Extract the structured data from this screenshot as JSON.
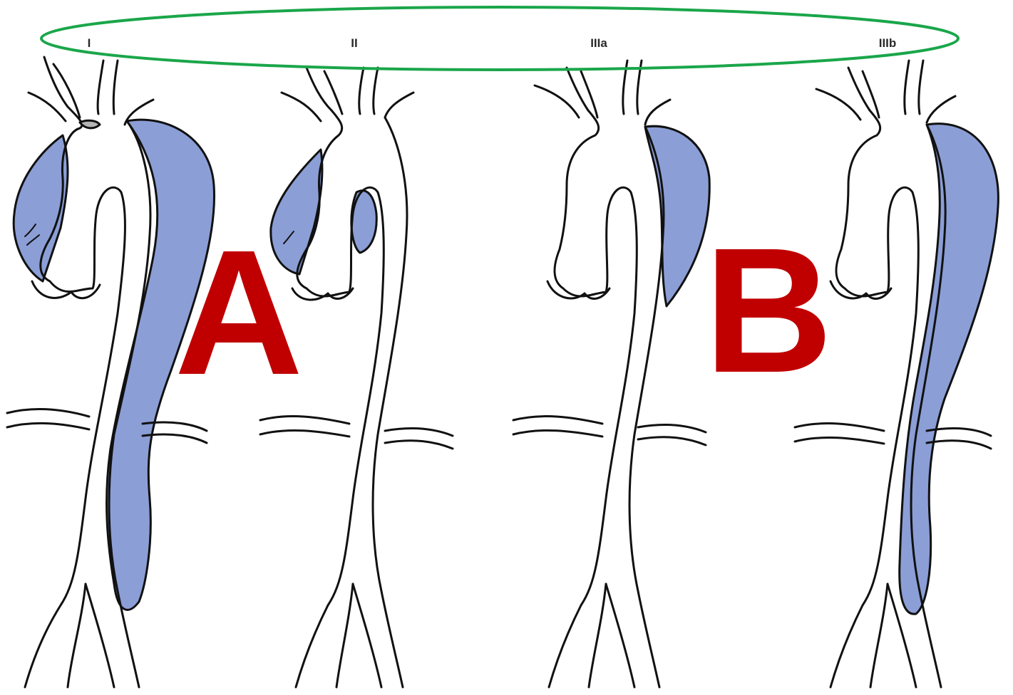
{
  "figure": {
    "type_labels": [
      "I",
      "II",
      "IIIa",
      "IIIb"
    ],
    "group_letters": [
      "A",
      "B"
    ],
    "colors": {
      "false_lumen": "#8b9ed6",
      "false_lumen_edge": "#b8c4ea",
      "group_letter": "#c00000",
      "highlight_ellipse": "#1aa64a",
      "outline": "#111111",
      "thrombus": "#b5b5b5"
    }
  }
}
